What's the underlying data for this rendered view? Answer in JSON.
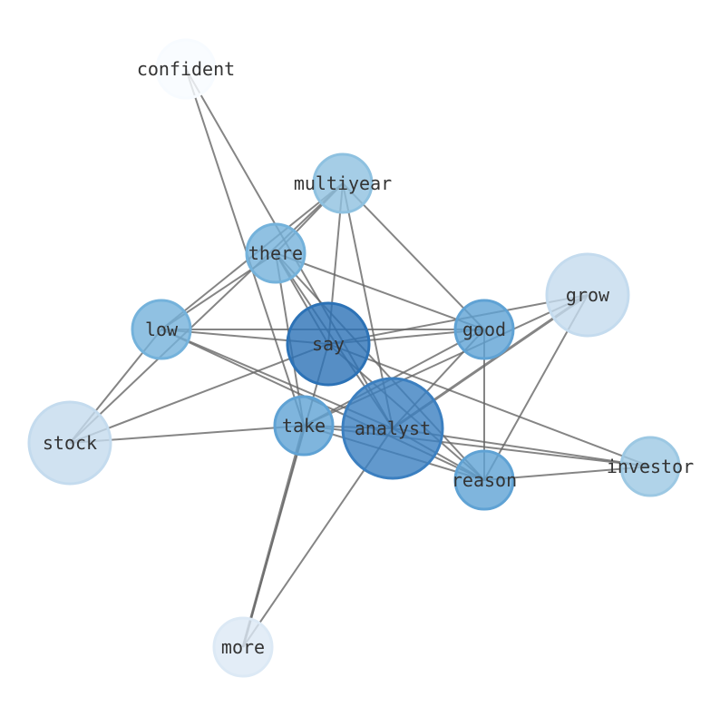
{
  "graph": {
    "nodes": [
      {
        "id": "confident",
        "label": "confident",
        "color": "#f7fbff"
      },
      {
        "id": "multiyear",
        "label": "multiyear",
        "color": "#8ec1e0"
      },
      {
        "id": "there",
        "label": "there",
        "color": "#74b2db"
      },
      {
        "id": "low",
        "label": "low",
        "color": "#74b2db"
      },
      {
        "id": "say",
        "label": "say",
        "color": "#2c72b6"
      },
      {
        "id": "good",
        "label": "good",
        "color": "#5fa2d4"
      },
      {
        "id": "grow",
        "label": "grow",
        "color": "#c4dbee"
      },
      {
        "id": "stock",
        "label": "stock",
        "color": "#c4dbee"
      },
      {
        "id": "take",
        "label": "take",
        "color": "#5fa2d4"
      },
      {
        "id": "analyst",
        "label": "analyst",
        "color": "#3b7fc0"
      },
      {
        "id": "reason",
        "label": "reason",
        "color": "#5fa2d4"
      },
      {
        "id": "investor",
        "label": "investor",
        "color": "#9cc8e3"
      },
      {
        "id": "more",
        "label": "more",
        "color": "#dce9f5"
      }
    ],
    "edges": [
      [
        "confident",
        "take"
      ],
      [
        "confident",
        "analyst"
      ],
      [
        "multiyear",
        "there"
      ],
      [
        "multiyear",
        "low"
      ],
      [
        "multiyear",
        "stock"
      ],
      [
        "multiyear",
        "say"
      ],
      [
        "multiyear",
        "analyst"
      ],
      [
        "multiyear",
        "good"
      ],
      [
        "there",
        "low"
      ],
      [
        "there",
        "say"
      ],
      [
        "there",
        "analyst"
      ],
      [
        "there",
        "reason"
      ],
      [
        "there",
        "good"
      ],
      [
        "there",
        "take"
      ],
      [
        "low",
        "say"
      ],
      [
        "low",
        "good"
      ],
      [
        "low",
        "analyst"
      ],
      [
        "low",
        "reason"
      ],
      [
        "low",
        "stock"
      ],
      [
        "say",
        "good"
      ],
      [
        "say",
        "grow"
      ],
      [
        "say",
        "stock"
      ],
      [
        "say",
        "reason"
      ],
      [
        "say",
        "more"
      ],
      [
        "say",
        "investor"
      ],
      [
        "good",
        "take"
      ],
      [
        "good",
        "reason"
      ],
      [
        "good",
        "analyst"
      ],
      [
        "grow",
        "analyst"
      ],
      [
        "grow",
        "take"
      ],
      [
        "grow",
        "reason"
      ],
      [
        "analyst",
        "reason"
      ],
      [
        "analyst",
        "investor"
      ],
      [
        "analyst",
        "more"
      ],
      [
        "analyst",
        "take"
      ],
      [
        "take",
        "stock"
      ],
      [
        "take",
        "investor"
      ],
      [
        "take",
        "reason"
      ],
      [
        "take",
        "more"
      ],
      [
        "reason",
        "investor"
      ]
    ]
  }
}
